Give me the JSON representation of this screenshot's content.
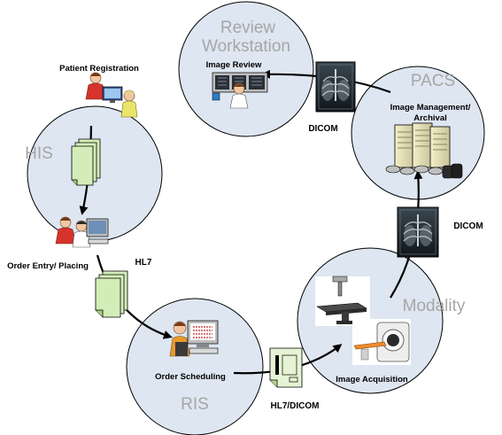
{
  "nodes": {
    "review": {
      "title_line1": "Review",
      "title_line2": "Workstation",
      "label": "Image Review"
    },
    "pacs": {
      "title": "PACS",
      "label_line1": "Image Management/",
      "label_line2": "Archival"
    },
    "his": {
      "title": "HIS",
      "label_top": "Patient Registration",
      "label_bottom": "Order Entry/ Placing"
    },
    "ris": {
      "title": "RIS",
      "label": "Order Scheduling"
    },
    "modality": {
      "title": "Modality",
      "label": "Image Acquisition"
    }
  },
  "protocols": {
    "dicom_top": "DICOM",
    "dicom_right": "DICOM",
    "hl7": "HL7",
    "hl7_dicom": "HL7/DICOM"
  },
  "colors": {
    "circle_fill": "#dde6f1",
    "circle_stroke": "#000000",
    "title_text": "#a6a6a6",
    "arrow": "#000000",
    "document_fill": "#d4edb8"
  }
}
